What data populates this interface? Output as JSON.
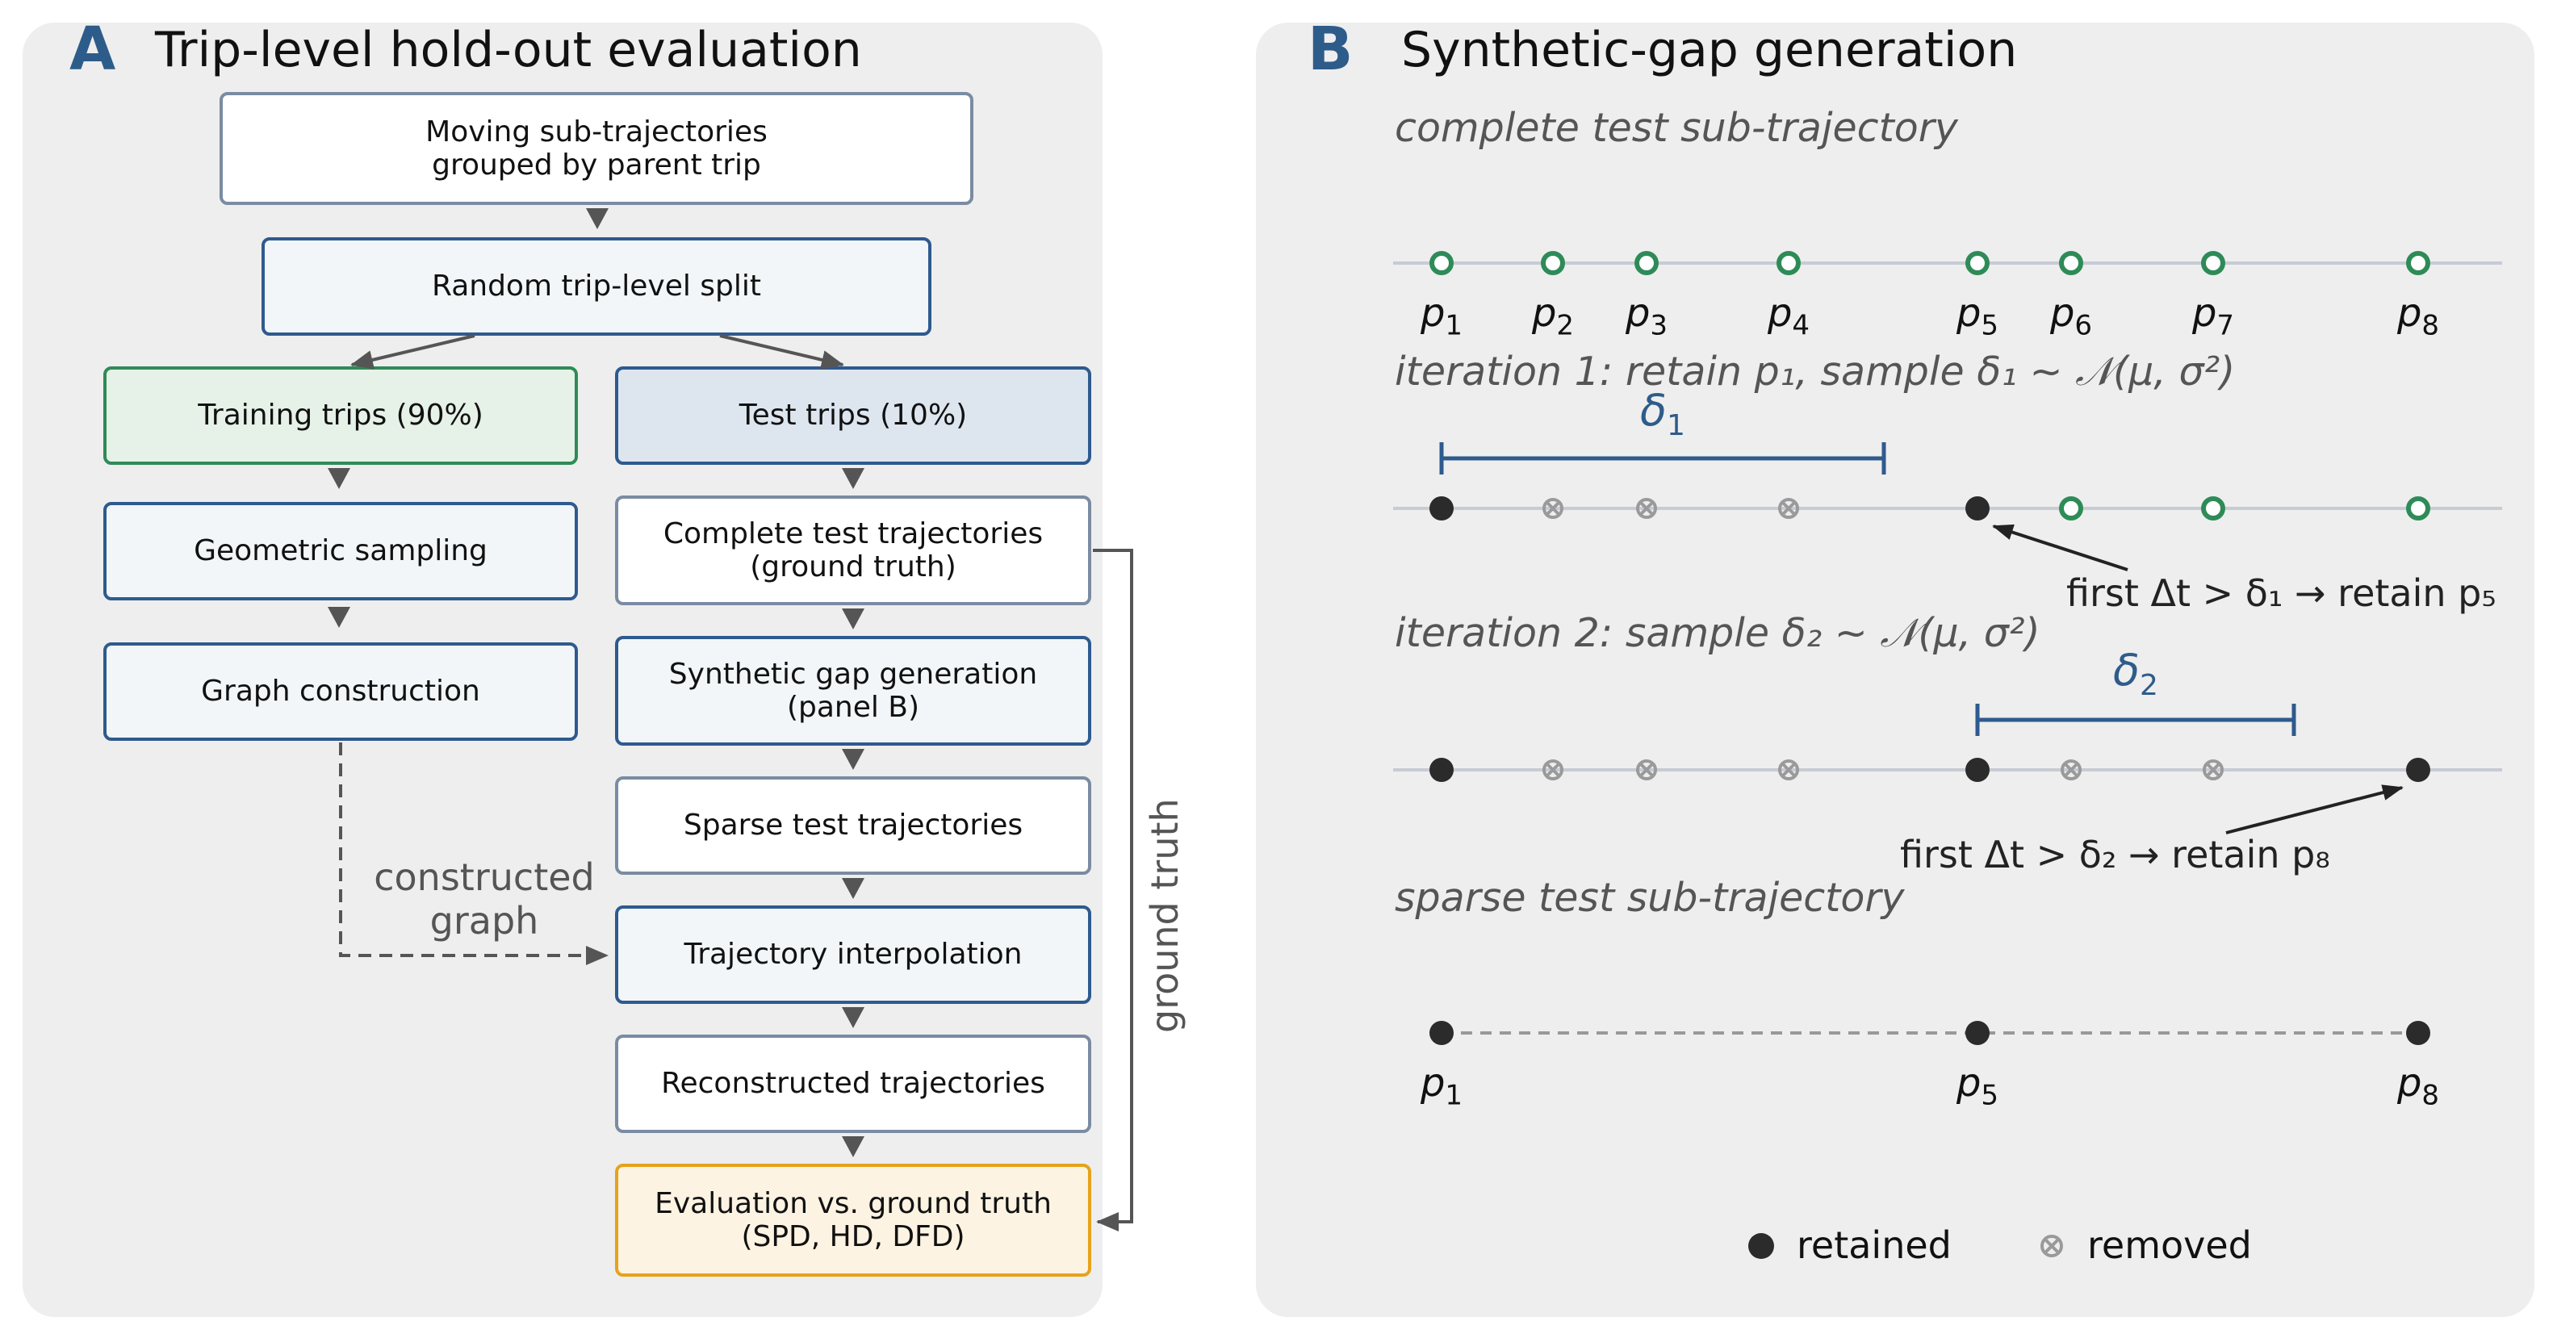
{
  "panel_a": {
    "letter": "A",
    "title": "Trip-level hold-out evaluation",
    "boxes": {
      "moving": "Moving sub-trajectories\ngrouped by parent trip",
      "split": "Random trip-level split",
      "training": "Training trips (90%)",
      "test": "Test trips (10%)",
      "geometric": "Geometric sampling",
      "graph": "Graph construction",
      "complete": "Complete test trajectories\n(ground truth)",
      "synthetic": "Synthetic gap generation\n(panel B)",
      "sparse": "Sparse test trajectories",
      "interp": "Trajectory interpolation",
      "recon": "Reconstructed trajectories",
      "eval": "Evaluation vs. ground truth\n(SPD, HD, DFD)"
    },
    "constructed_graph_label": "constructed\ngraph",
    "ground_truth_label": "ground truth"
  },
  "panel_b": {
    "letter": "B",
    "title": "Synthetic-gap generation",
    "row1_title": "complete test sub-trajectory",
    "row2_title": "iteration 1:  retain p₁,  sample  δ₁ ~ 𝒩(μ, σ²)",
    "row3_title": "iteration 2:  sample  δ₂ ~ 𝒩(μ, σ²)",
    "row4_title": "sparse test sub-trajectory",
    "points": [
      "p1",
      "p2",
      "p3",
      "p4",
      "p5",
      "p6",
      "p7",
      "p8"
    ],
    "sparse_points": [
      "p1",
      "p5",
      "p8"
    ],
    "delta1_label": "δ1",
    "delta2_label": "δ2",
    "note1": "first Δt > δ₁ → retain p₅",
    "note2": "first Δt > δ₂ → retain p₈",
    "legend": {
      "retained": "retained",
      "removed": "removed"
    }
  },
  "colors": {
    "panel_bg": "#eeeeee",
    "accent_blue": "#2e5c8a",
    "green": "#2e8b57",
    "orange": "#e6a21a",
    "retained": "#2b2b2b",
    "removed": "#9a9a9a"
  }
}
